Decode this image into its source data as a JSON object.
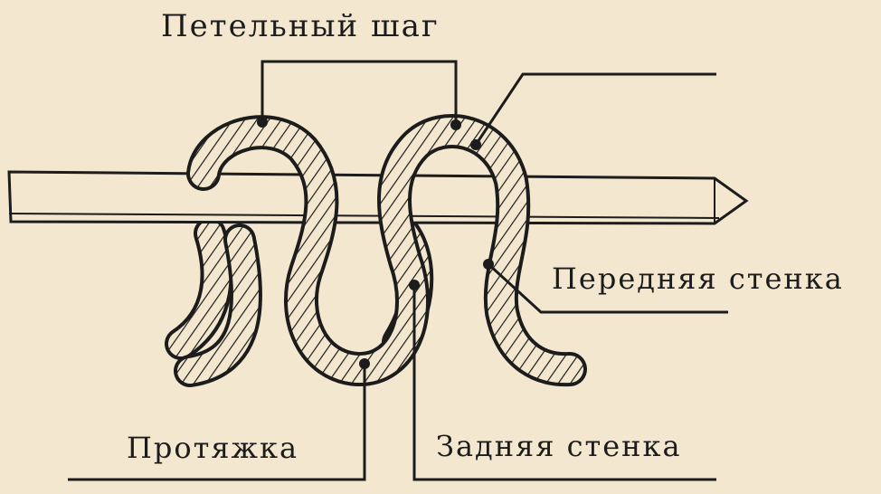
{
  "labels": {
    "loop_step": "Петельный шаг",
    "front_wall": "Передняя стенка",
    "stretch": "Протяжка",
    "back_wall": "Задняя стенка"
  },
  "colors": {
    "background": "#f3e7cf",
    "ink": "#1c1c1c"
  }
}
